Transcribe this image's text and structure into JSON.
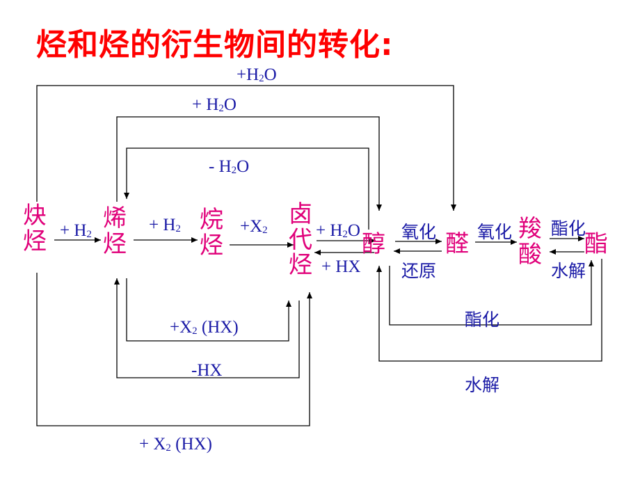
{
  "title": "烃和烃的衍生物间的转化:",
  "colors": {
    "title": "#ff0000",
    "node": "#e0007a",
    "label": "#1a1aa6",
    "line": "#000000"
  },
  "nodes": {
    "alkyne": [
      "炔",
      "烃"
    ],
    "alkene": [
      "烯",
      "烃"
    ],
    "alkane": [
      "烷",
      "烃"
    ],
    "halide": [
      "卤",
      "代",
      "烃"
    ],
    "alcohol": "醇",
    "aldehyde": "醛",
    "acid": [
      "羧",
      "酸"
    ],
    "ester": "酯"
  },
  "labels": {
    "top_h2o_1": {
      "pre": "+H",
      "sub": "2",
      "post": "O"
    },
    "top_h2o_2": {
      "pre": "+ H",
      "sub": "2",
      "post": "O"
    },
    "minus_h2o": {
      "pre": "- H",
      "sub": "2",
      "post": "O"
    },
    "alkyne_to_alkene": {
      "pre": "+ H",
      "sub": "2",
      "post": ""
    },
    "alkene_to_alkane": {
      "pre": "+ H",
      "sub": "2",
      "post": ""
    },
    "alkane_to_halide": {
      "pre": "+X",
      "sub": "2",
      "post": ""
    },
    "halide_to_alcohol": {
      "pre": "+ H",
      "sub": "2",
      "post": "O"
    },
    "alcohol_to_halide": "+ HX",
    "oxidation_1": "氧化",
    "reduction": "还原",
    "oxidation_2": "氧化",
    "esterify_1": "酯化",
    "hydrolysis_1": "水解",
    "alkene_to_halide": {
      "pre": "+X",
      "sub": "2",
      "post": " (HX)"
    },
    "halide_to_alkene": "-HX",
    "esterify_2": "酯化",
    "hydrolysis_2": "水解",
    "alkyne_to_halide": {
      "pre": "+ X",
      "sub": "2",
      "post": " (HX)"
    }
  }
}
